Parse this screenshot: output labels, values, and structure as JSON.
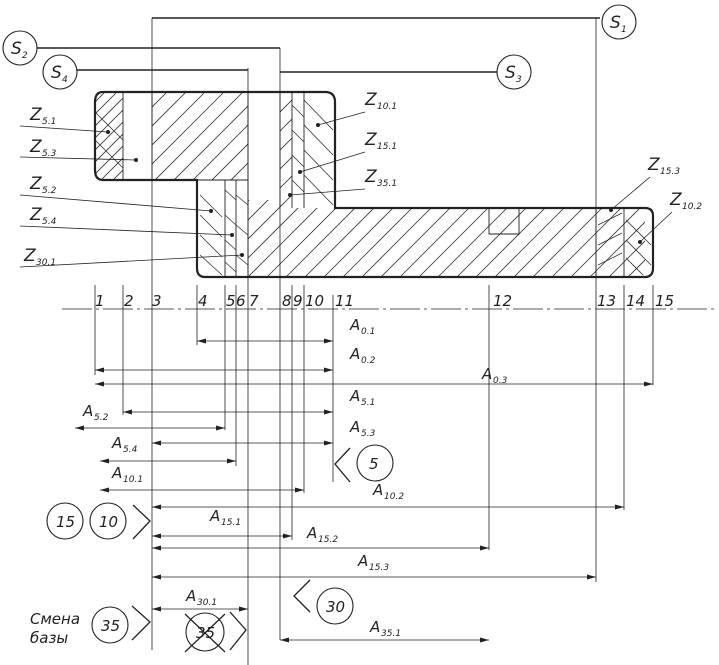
{
  "surface_labels": [
    "1",
    "2",
    "3",
    "4",
    "5",
    "6",
    "7",
    "8",
    "9",
    "10",
    "11",
    "12",
    "13",
    "14",
    "15"
  ],
  "allowances": {
    "z51": {
      "main": "Z",
      "sub": "5.1"
    },
    "z53": {
      "main": "Z",
      "sub": "5.3"
    },
    "z52": {
      "main": "Z",
      "sub": "5.2"
    },
    "z54": {
      "main": "Z",
      "sub": "5.4"
    },
    "z301": {
      "main": "Z",
      "sub": "30.1"
    },
    "z101": {
      "main": "Z",
      "sub": "10.1"
    },
    "z151": {
      "main": "Z",
      "sub": "15.1"
    },
    "z351": {
      "main": "Z",
      "sub": "35.1"
    },
    "z153": {
      "main": "Z",
      "sub": "15.3"
    },
    "z102": {
      "main": "Z",
      "sub": "10.2"
    }
  },
  "blanks": {
    "s1": {
      "main": "S",
      "sub": "1"
    },
    "s2": {
      "main": "S",
      "sub": "2"
    },
    "s3": {
      "main": "S",
      "sub": "3"
    },
    "s4": {
      "main": "S",
      "sub": "4"
    }
  },
  "dimensions": {
    "a01": {
      "main": "A",
      "sub": "0.1"
    },
    "a02": {
      "main": "A",
      "sub": "0.2"
    },
    "a03": {
      "main": "A",
      "sub": "0.3"
    },
    "a51": {
      "main": "A",
      "sub": "5.1"
    },
    "a53": {
      "main": "A",
      "sub": "5.3"
    },
    "a52": {
      "main": "A",
      "sub": "5.2"
    },
    "a54": {
      "main": "A",
      "sub": "5.4"
    },
    "a101": {
      "main": "A",
      "sub": "10.1"
    },
    "a102": {
      "main": "A",
      "sub": "10.2"
    },
    "a151": {
      "main": "A",
      "sub": "15.1"
    },
    "a152": {
      "main": "A",
      "sub": "15.2"
    },
    "a153": {
      "main": "A",
      "sub": "15.3"
    },
    "a301": {
      "main": "A",
      "sub": "30.1"
    },
    "a351": {
      "main": "A",
      "sub": "35.1"
    }
  },
  "operations": {
    "op5": "5",
    "op10": "10",
    "op15": "15",
    "op30": "30",
    "op35": "35",
    "op35_crossed": "35"
  },
  "base_change_note": {
    "line1": "Смена",
    "line2": "базы"
  }
}
